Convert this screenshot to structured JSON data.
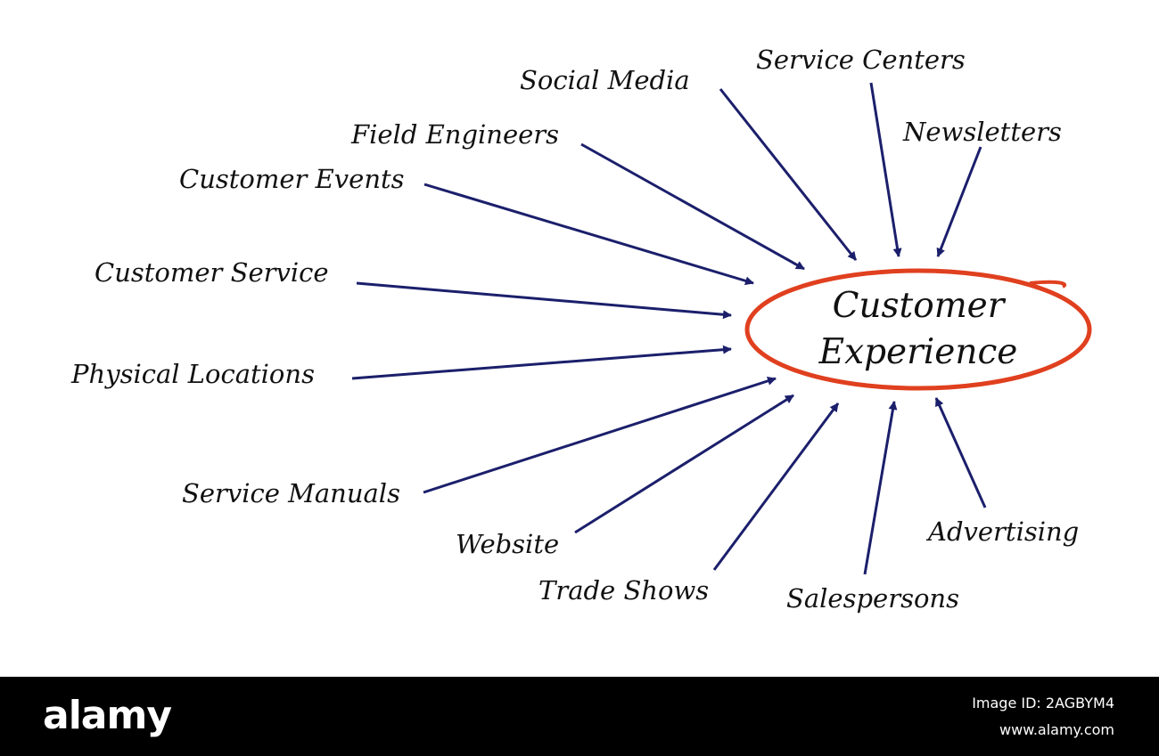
{
  "diagram": {
    "center_lines": [
      "Customer",
      "Experience"
    ],
    "labels": [
      "Social Media",
      "Service Centers",
      "Newsletters",
      "Field Engineers",
      "Customer Events",
      "Customer Service",
      "Physical Locations",
      "Service Manuals",
      "Website",
      "Trade Shows",
      "Salespersons",
      "Advertising"
    ],
    "colors": {
      "arrow": "#1b1f6b",
      "ellipse": "#e0401f",
      "text": "#111111"
    }
  },
  "footer": {
    "logo": "alamy",
    "image_id": "Image ID: 2AGBYM4",
    "site": "www.alamy.com"
  }
}
